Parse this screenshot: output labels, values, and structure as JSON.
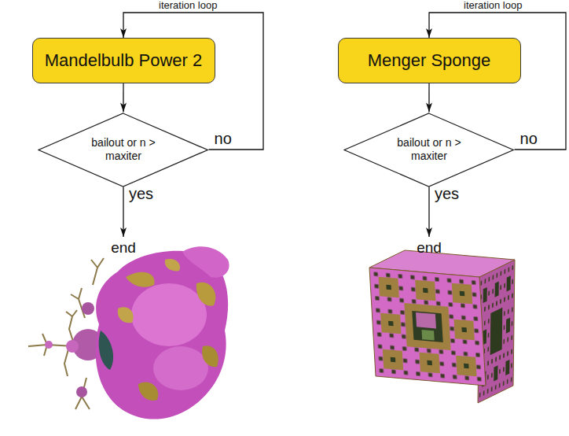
{
  "diagram": {
    "nodes": [
      {
        "text": [
          "Mandelbulb Power 2"
        ]
      },
      {
        "text": [
          "bailout or n > maxiter"
        ]
      },
      {
        "text": [
          "end"
        ]
      },
      {
        "text": [
          "Menger Sponge"
        ]
      },
      {
        "text": [
          "bailout or n > maxiter"
        ]
      },
      {
        "text": [
          "end"
        ]
      }
    ],
    "edges": [
      {
        "from": 0,
        "to": 1,
        "arrow": "to"
      },
      {
        "from": 1,
        "to": 0,
        "label": "no",
        "arrow": "to"
      },
      {
        "from": 1,
        "to": 2,
        "label": "yes",
        "arrow": "to"
      },
      {
        "from": 3,
        "to": 4,
        "arrow": "to"
      },
      {
        "from": 4,
        "to": 3,
        "label": "no",
        "arrow": "to"
      },
      {
        "from": 4,
        "to": 5,
        "label": "yes",
        "arrow": "to"
      }
    ],
    "labels": [
      "iteration loop",
      "iteration loop"
    ]
  }
}
